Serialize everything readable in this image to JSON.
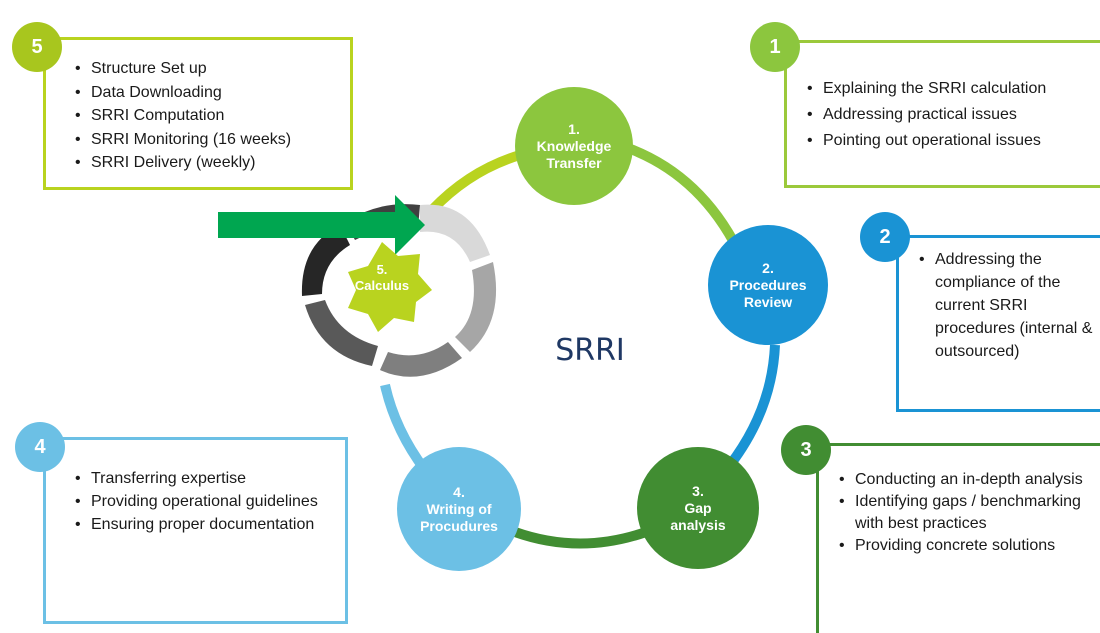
{
  "center_title": "SRRI",
  "steps": [
    {
      "number_label": "1.",
      "name_line1": "Knowledge",
      "name_line2": "Transfer",
      "color": "#8cc63e"
    },
    {
      "number_label": "2.",
      "name_line1": "Procedures",
      "name_line2": "Review",
      "color": "#1a93d4"
    },
    {
      "number_label": "3.",
      "name_line1": "Gap",
      "name_line2": "analysis",
      "color": "#418d32"
    },
    {
      "number_label": "4.",
      "name_line1": "Writing of",
      "name_line2": "Procudures",
      "color": "#6cc0e5"
    },
    {
      "number_label": "5.",
      "name_line1": "Calculus",
      "name_line2": "",
      "color": "#b9d31f"
    }
  ],
  "boxes": {
    "box1": {
      "badge": "1",
      "items": [
        "Explaining the SRRI calculation",
        "Addressing practical issues",
        "Pointing out operational issues"
      ]
    },
    "box2": {
      "badge": "2",
      "items": [
        "Addressing the compliance of the current SRRI procedures (internal & outsourced)"
      ]
    },
    "box3": {
      "badge": "3",
      "items": [
        "Conducting an in-depth analysis",
        "Identifying gaps / benchmarking with best practices",
        "Providing concrete solutions"
      ]
    },
    "box4": {
      "badge": "4",
      "items": [
        "Transferring expertise",
        "Providing operational guidelines",
        "Ensuring proper documentation"
      ]
    },
    "box5": {
      "badge": "5",
      "items": [
        "Structure Set up",
        "Data Downloading",
        "SRRI Computation",
        "SRRI Monitoring (16 weeks)",
        "SRRI Delivery (weekly)"
      ]
    }
  },
  "colors": {
    "step1": "#8cc63e",
    "step2": "#1a93d4",
    "step3": "#418d32",
    "step4": "#6cc0e5",
    "step5": "#b9d31f",
    "input_arrow": "#00a650",
    "title": "#1f3864"
  }
}
